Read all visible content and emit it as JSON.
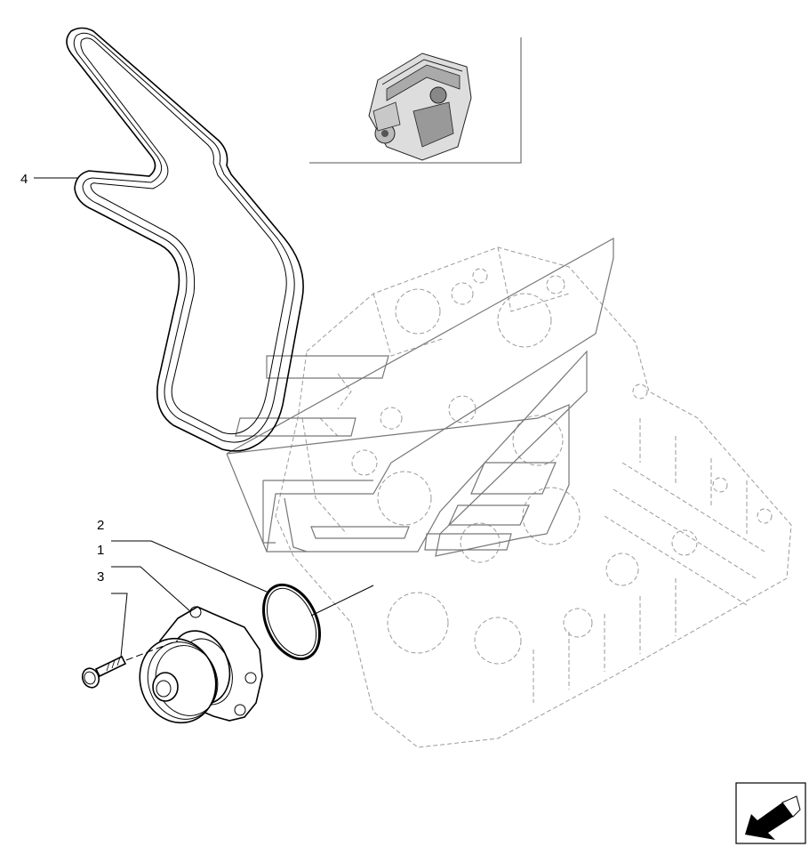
{
  "callouts": [
    {
      "id": "4",
      "label": "4",
      "part": "poly-v-belt"
    },
    {
      "id": "2",
      "label": "2",
      "part": "o-ring-seal"
    },
    {
      "id": "1",
      "label": "1",
      "part": "water-pump"
    },
    {
      "id": "3",
      "label": "3",
      "part": "flange-bolt"
    }
  ],
  "icons": {
    "thumbnail": "engine-thumbnail-icon",
    "next_page": "next-page-arrow-icon"
  }
}
